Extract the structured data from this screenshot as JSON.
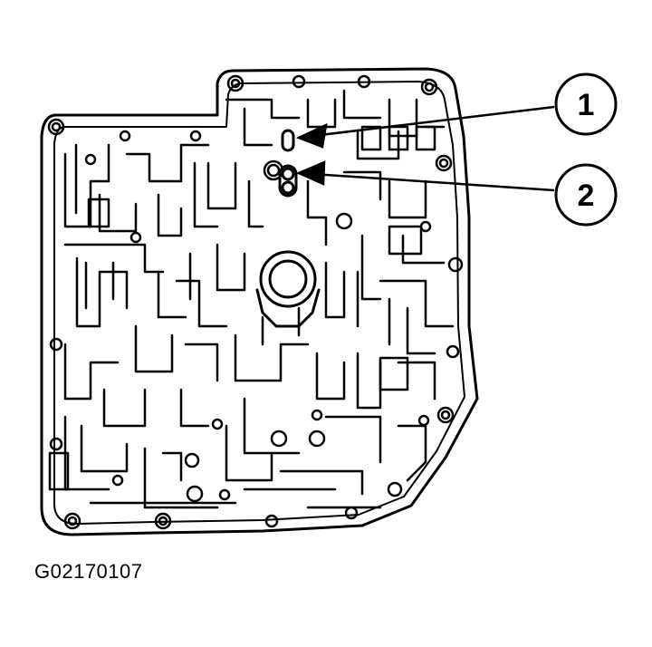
{
  "figure": {
    "code": "G02170107",
    "subject": "valve-body-separator-plate"
  },
  "callouts": [
    {
      "label": "1"
    },
    {
      "label": "2"
    }
  ],
  "colors": {
    "ink": "#000000",
    "paper": "#ffffff"
  }
}
